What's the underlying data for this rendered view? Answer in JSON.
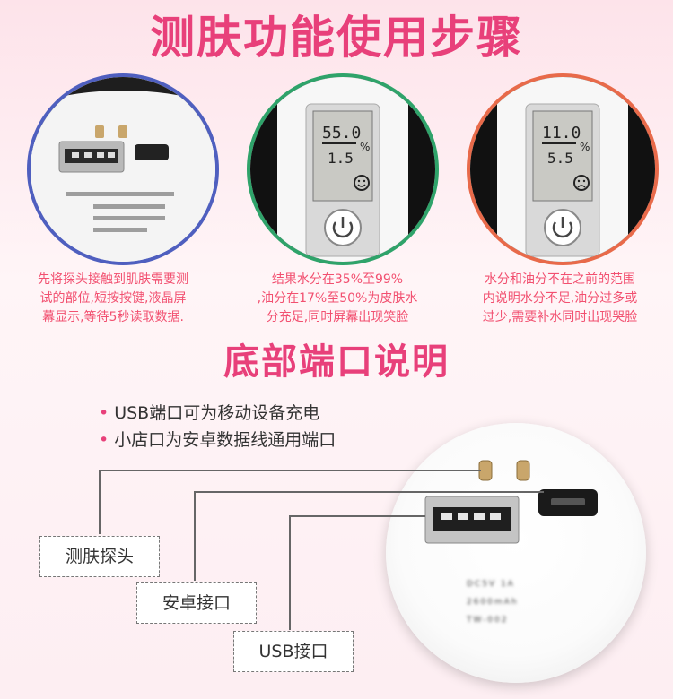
{
  "main_title": "测肤功能使用步骤",
  "steps": [
    {
      "caption": "先将探头接触到肌肤需要测\n试的部位,短按按键,液晶屏\n幕显示,等待5秒读取数据."
    },
    {
      "lcd_top": "55.0",
      "lcd_bottom": "1.5",
      "lcd_unit": "%",
      "face": "smile",
      "caption": "结果水分在35%至99%\n,油分在17%至50%为皮肤水\n分充足,同时屏幕出现笑脸"
    },
    {
      "lcd_top": "11.0",
      "lcd_bottom": "5.5",
      "lcd_unit": "%",
      "face": "frown",
      "caption": "水分和油分不在之前的范围\n内说明水分不足,油分过多或\n过少,需要补水同时出现哭脸"
    }
  ],
  "ports_title": "底部端口说明",
  "bullets": [
    "USB端口可为移动设备充电",
    "小店口为安卓数据线通用端口"
  ],
  "labels": {
    "probe": "测肤探头",
    "android": "安卓接口",
    "usb": "USB接口"
  },
  "device_text": {
    "line1": "DC5V 1A",
    "line2": "2600mAh",
    "line3": "TW-002"
  },
  "colors": {
    "accent": "#e8407a",
    "caption": "#f25070",
    "step1_ring": "#4f5fbf",
    "step2_ring": "#2fa36a",
    "step3_ring": "#e86a4a"
  }
}
